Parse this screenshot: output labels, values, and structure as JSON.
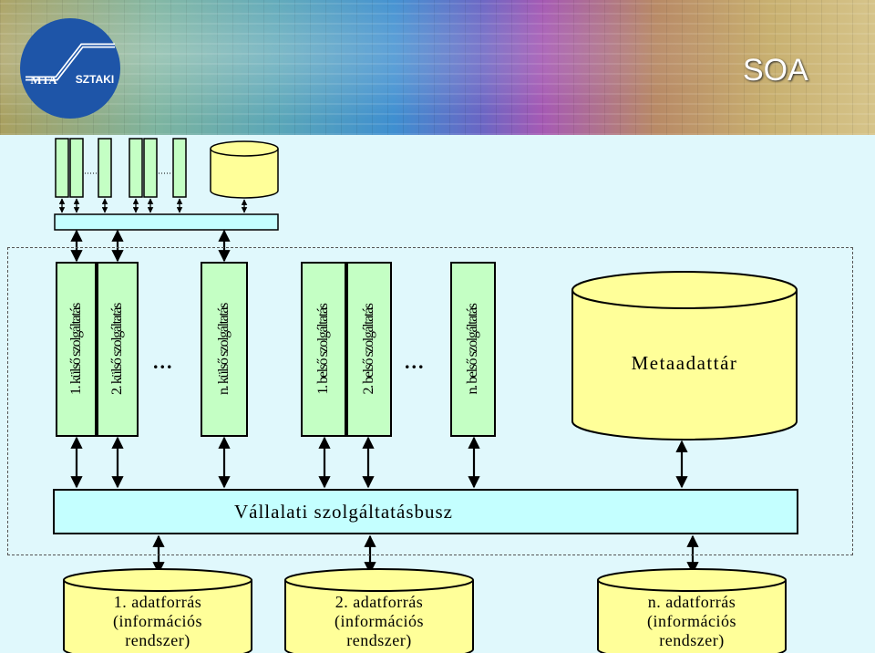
{
  "header": {
    "title": "SOA",
    "logo": {
      "left_text": "MTA",
      "right_text": "SZTAKI"
    }
  },
  "external_services": [
    {
      "label": "1. külső szolgáltatás"
    },
    {
      "label": "2. külső szolgáltatás"
    },
    {
      "label": "n. külső szolgáltatás"
    }
  ],
  "internal_services": [
    {
      "label": "1. belső szolgáltatás"
    },
    {
      "label": "2. belső szolgáltatás"
    },
    {
      "label": "n. belső szolgáltatás"
    }
  ],
  "ellipsis": "...",
  "metadata_store": {
    "label": "Metaadattár"
  },
  "service_bus": {
    "label": "Vállalati szolgáltatásbusz"
  },
  "data_sources": [
    {
      "line1": "1. adatforrás",
      "line2": "(információs",
      "line3": "rendszer)"
    },
    {
      "line1": "2. adatforrás",
      "line2": "(információs",
      "line3": "rendszer)"
    },
    {
      "line1": "n. adatforrás",
      "line2": "(információs",
      "line3": "rendszer)"
    }
  ],
  "colors": {
    "green_fill": "#c4ffc4",
    "cyan_fill": "#c4ffff",
    "yellow_fill": "#ffff99",
    "background": "#e0f8fc"
  }
}
